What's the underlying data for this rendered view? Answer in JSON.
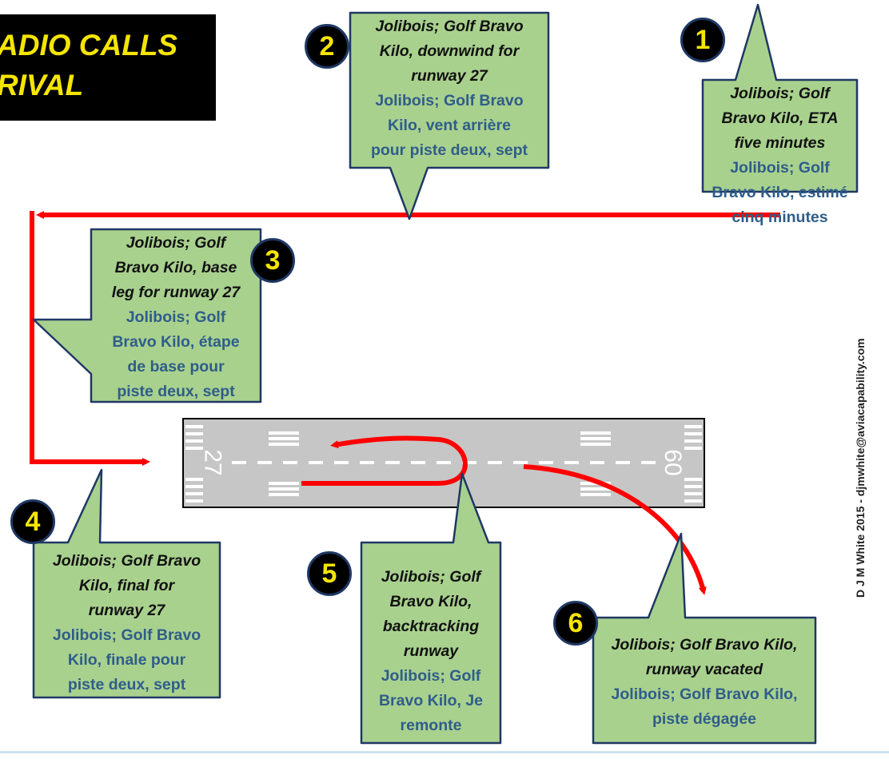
{
  "title": {
    "line1": "ADIO CALLS",
    "line2": "RIVAL"
  },
  "runway": {
    "left_number": "27",
    "right_number": "09"
  },
  "credit": "D J M White 2015 -  djmwhite@aviacapability.com",
  "colors": {
    "callout_fill": "#a9d18e",
    "callout_border": "#1f3864",
    "route": "#ff0000",
    "badge_text": "#f5e500",
    "french_text": "#2f5d8a",
    "runway": "#c0c0c0"
  },
  "callouts": [
    {
      "number": "1",
      "english": "Jolibois; Golf\nBravo Kilo, ETA\nfive minutes",
      "french": "Jolibois; Golf\nBravo Kilo, estimé\ncinq minutes"
    },
    {
      "number": "2",
      "english": "Jolibois; Golf Bravo\nKilo, downwind for\nrunway 27",
      "french": "Jolibois; Golf Bravo\nKilo, vent arrière\npour piste deux, sept"
    },
    {
      "number": "3",
      "english": "Jolibois; Golf\nBravo Kilo, base\nleg for runway 27",
      "french": "Jolibois; Golf\nBravo Kilo, étape\nde base pour\npiste deux, sept"
    },
    {
      "number": "4",
      "english": "Jolibois; Golf Bravo\nKilo, final for\nrunway 27",
      "french": "Jolibois; Golf Bravo\nKilo, finale pour\npiste deux, sept"
    },
    {
      "number": "5",
      "english": "Jolibois; Golf\nBravo Kilo,\nbacktracking\nrunway",
      "french": "Jolibois; Golf\nBravo Kilo, Je\nremonte"
    },
    {
      "number": "6",
      "english": "Jolibois; Golf Bravo Kilo,\nrunway vacated",
      "french": "Jolibois; Golf Bravo Kilo,\npiste dégagée"
    }
  ]
}
